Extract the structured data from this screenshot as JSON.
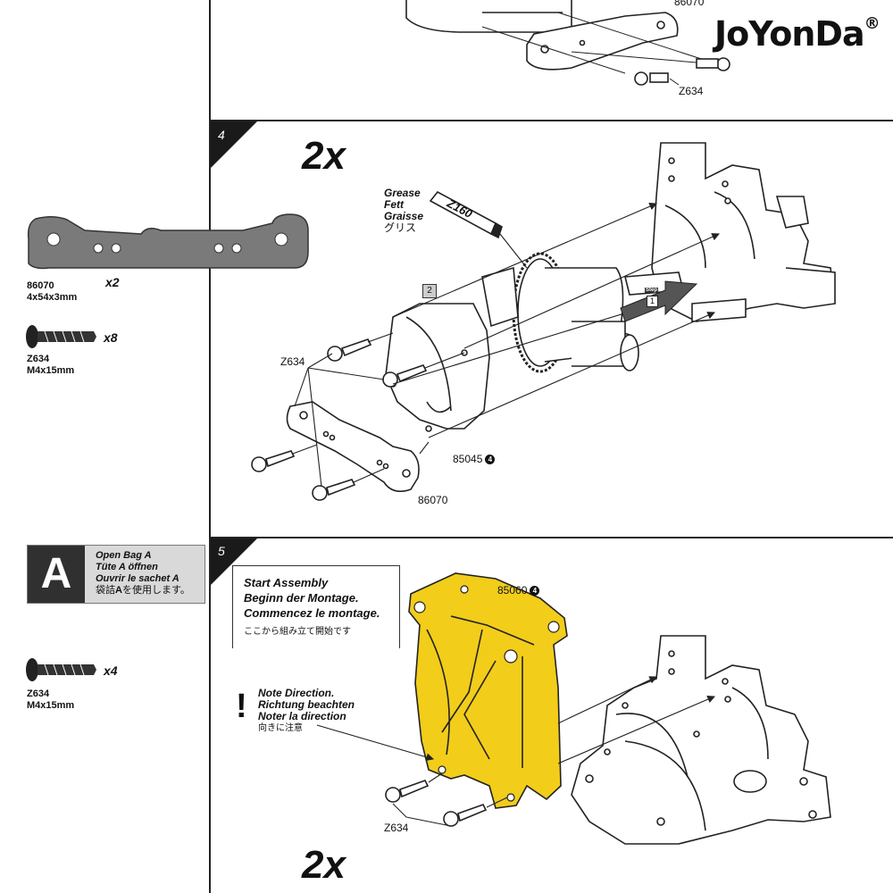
{
  "logo": {
    "text": "JoYonDa",
    "reg": "®"
  },
  "steps": [
    {
      "number": "4",
      "count": "2x"
    },
    {
      "number": "5",
      "count": "2x"
    }
  ],
  "top_part_labels": {
    "part_top": "86070",
    "screw_top": "Z634"
  },
  "parts_list_step4": [
    {
      "code": "86070",
      "size": "4x54x3mm",
      "qty": "x2"
    },
    {
      "code": "Z634",
      "size": "M4x15mm",
      "qty": "x8"
    }
  ],
  "bag": {
    "letter": "A",
    "lines": [
      "Open Bag A",
      "Tüte A öffnen",
      "Ouvrir le sachet A"
    ],
    "jp_prefix": "袋詰",
    "jp_letter": "A",
    "jp_suffix": "を使用します。"
  },
  "parts_list_step5": [
    {
      "code": "Z634",
      "size": "M4x15mm",
      "qty": "x4"
    }
  ],
  "grease": {
    "lines": [
      "Grease",
      "Fett",
      "Graisse"
    ],
    "jp": "グリス",
    "tube": "Z160"
  },
  "step4_labels": {
    "box": "2",
    "step_tag": "Step",
    "step_num": "1",
    "screw": "Z634",
    "case": "85045",
    "case_step": "4",
    "plate": "86070"
  },
  "start_assembly": {
    "lines": [
      "Start Assembly",
      "Beginn der Montage.",
      "Commencez le montage."
    ],
    "jp": "ここから組み立て開始です"
  },
  "note_direction": {
    "mark": "!",
    "lines": [
      "Note Direction.",
      "Richtung beachten",
      "Noter la direction"
    ],
    "jp": "向きに注意"
  },
  "step5_labels": {
    "part": "85060",
    "part_step": "4",
    "screw": "Z634"
  },
  "colors": {
    "highlight": "#f2cd1a",
    "line": "#222222",
    "gray_part": "#7a7a7a"
  }
}
